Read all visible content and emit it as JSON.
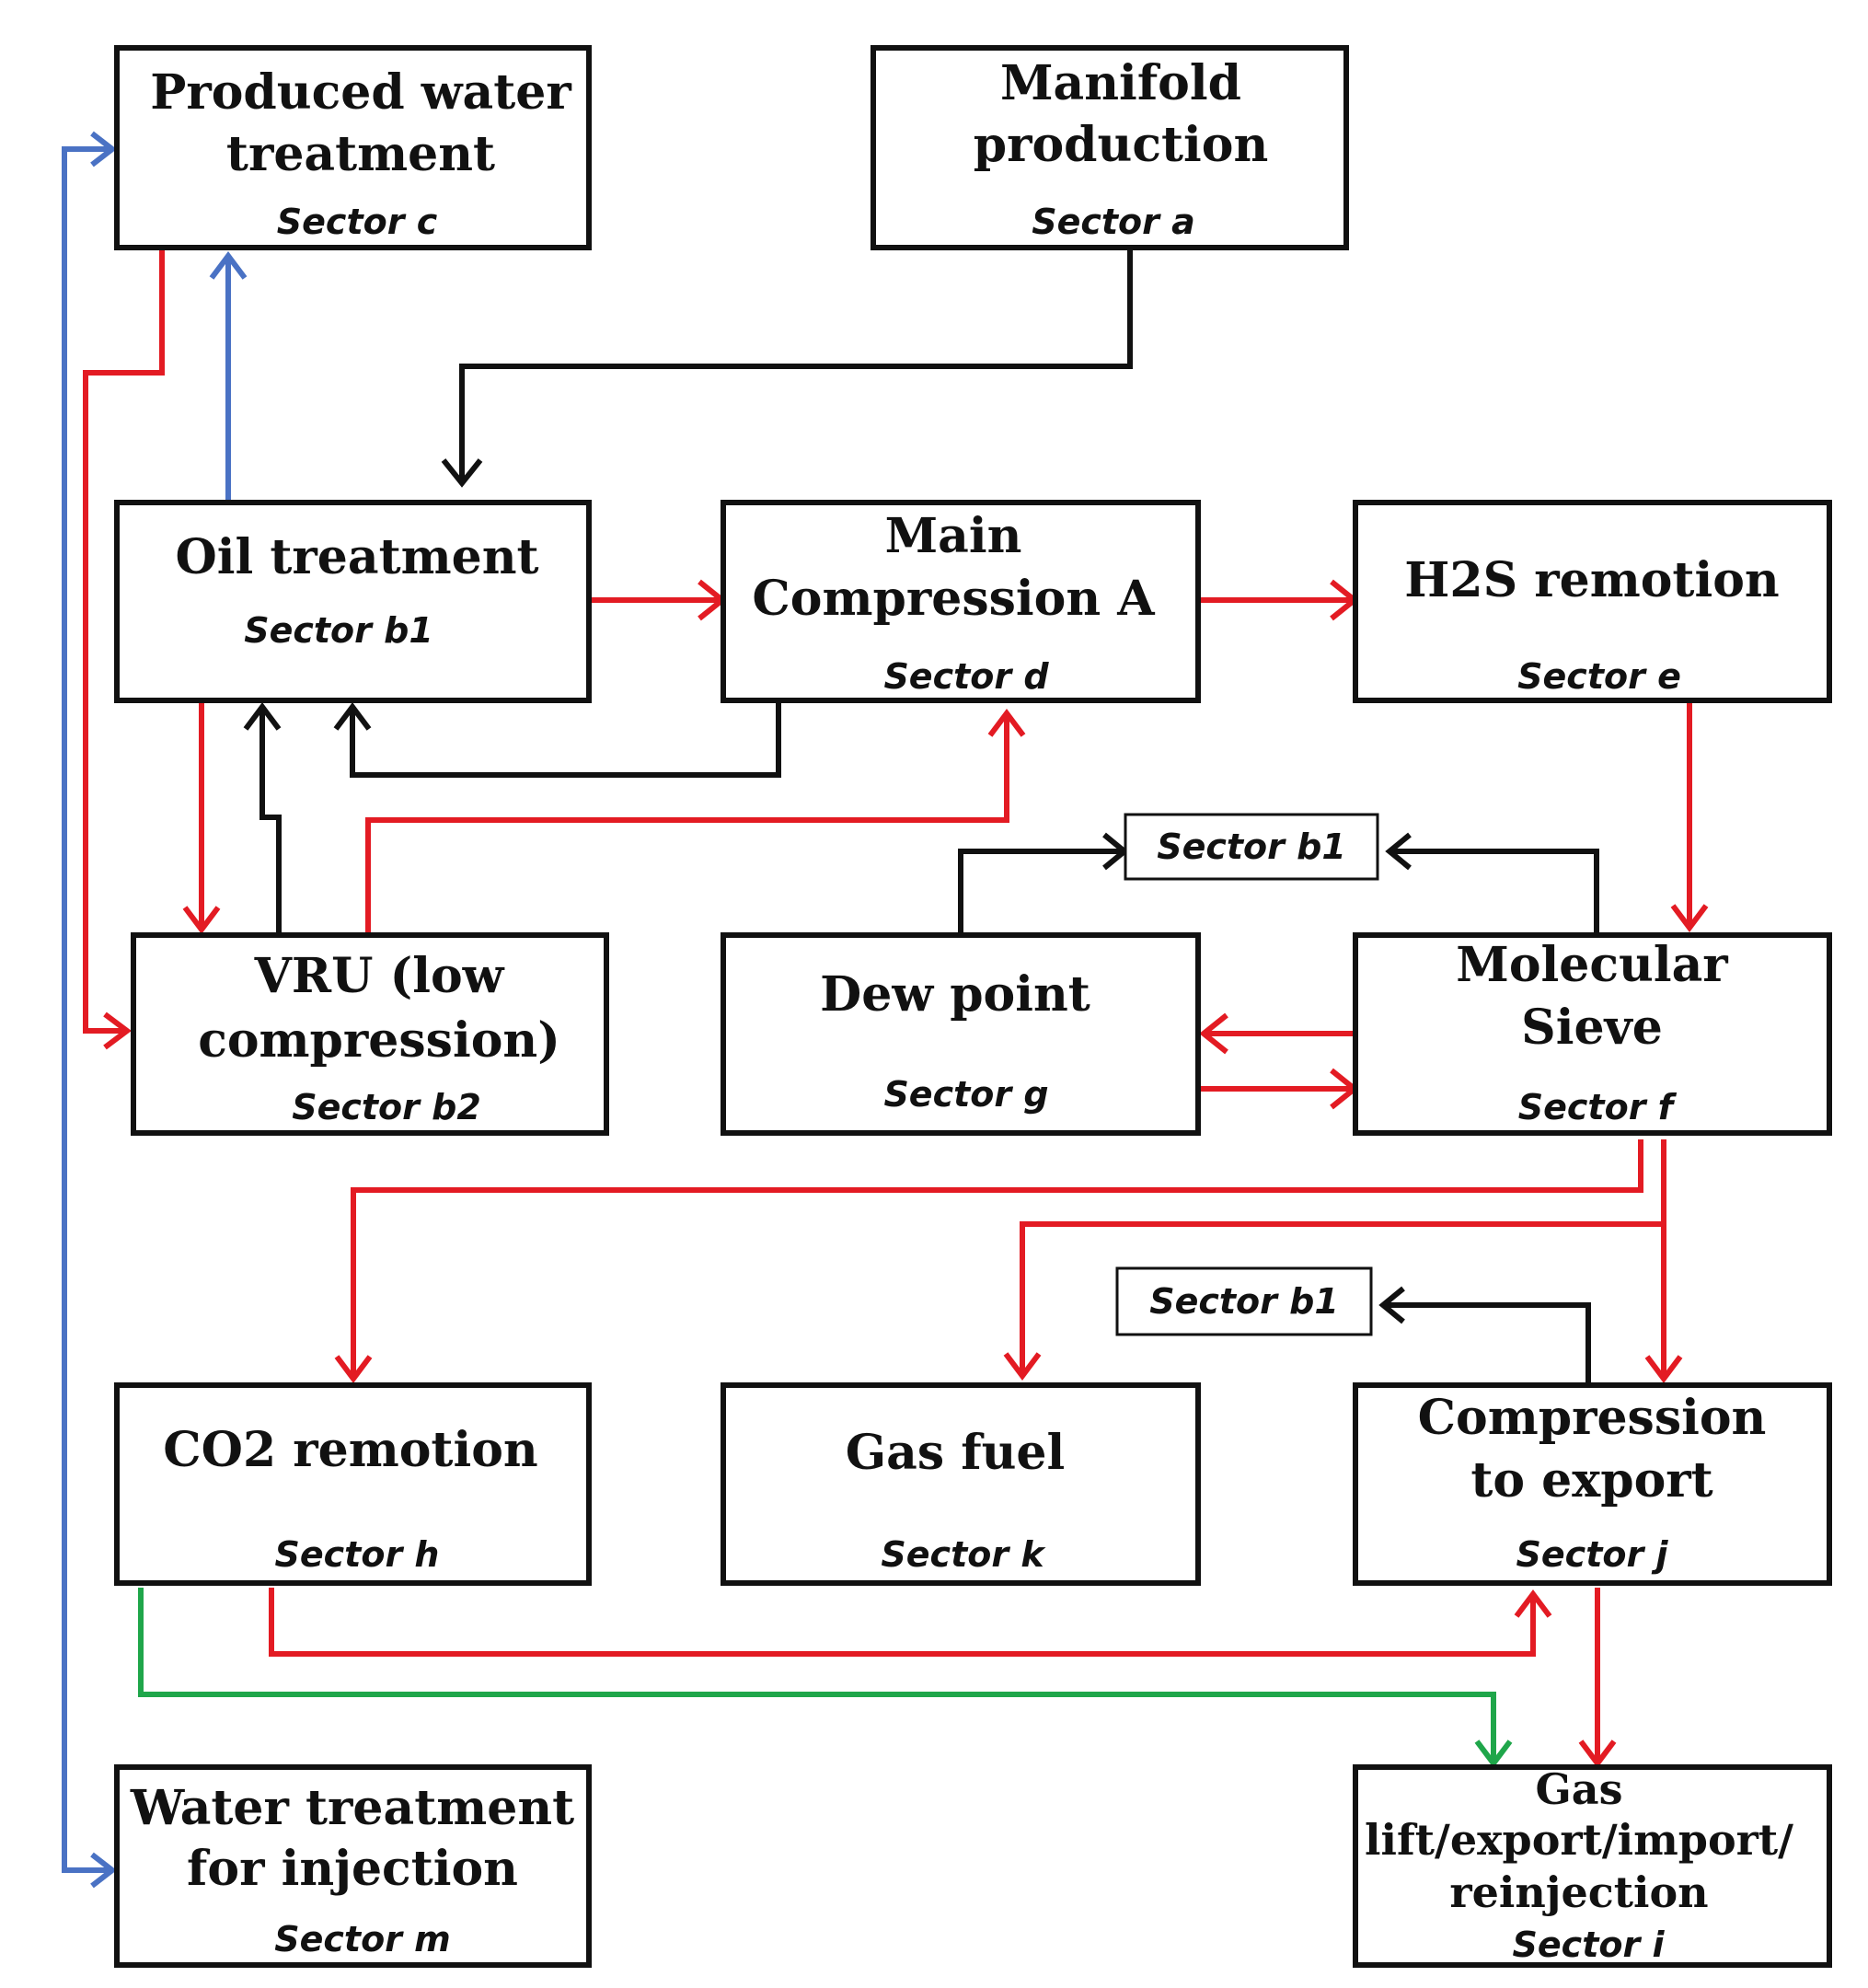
{
  "colors": {
    "gas_flow": "#e31b23",
    "control_flow": "#111111",
    "water_flow": "#4a72c4",
    "co2_flow": "#1fa64a"
  },
  "boxes": {
    "c": {
      "title": [
        "Produced water",
        "treatment"
      ],
      "sector": "Sector c"
    },
    "a": {
      "title": [
        "Manifold",
        "production"
      ],
      "sector": "Sector a"
    },
    "b1": {
      "title": [
        "Oil treatment"
      ],
      "sector": "Sector b1"
    },
    "d": {
      "title": [
        "Main",
        "Compression A"
      ],
      "sector": "Sector d"
    },
    "e": {
      "title": [
        "H2S remotion"
      ],
      "sector": "Sector e"
    },
    "b2": {
      "title": [
        "VRU (low",
        "compression)"
      ],
      "sector": "Sector b2"
    },
    "g": {
      "title": [
        "Dew point"
      ],
      "sector": "Sector g"
    },
    "f": {
      "title": [
        "Molecular",
        "Sieve"
      ],
      "sector": "Sector f"
    },
    "h": {
      "title": [
        "CO2 remotion"
      ],
      "sector": "Sector h"
    },
    "k": {
      "title": [
        "Gas fuel"
      ],
      "sector": "Sector k"
    },
    "j": {
      "title": [
        "Compression",
        "to export"
      ],
      "sector": "Sector j"
    },
    "m": {
      "title": [
        "Water treatment",
        "for injection"
      ],
      "sector": "Sector m"
    },
    "i": {
      "title": [
        "Gas",
        "lift/export/import/",
        "reinjection"
      ],
      "sector": "Sector i"
    }
  },
  "tags": {
    "upper": "Sector b1",
    "lower": "Sector b1"
  },
  "flows": [
    {
      "from": "a",
      "to": "b1",
      "kind": "control_flow"
    },
    {
      "from": "b1",
      "to": "c",
      "kind": "water_flow"
    },
    {
      "from": "c",
      "to": "b2",
      "kind": "gas_flow"
    },
    {
      "from": "b1",
      "to": "d",
      "kind": "gas_flow"
    },
    {
      "from": "d",
      "to": "e",
      "kind": "gas_flow"
    },
    {
      "from": "d",
      "to": "b1",
      "kind": "control_flow"
    },
    {
      "from": "b1",
      "to": "b2",
      "kind": "gas_flow"
    },
    {
      "from": "b2",
      "to": "b1",
      "kind": "control_flow"
    },
    {
      "from": "b2",
      "to": "d",
      "kind": "gas_flow"
    },
    {
      "from": "e",
      "to": "f",
      "kind": "gas_flow"
    },
    {
      "from": "g",
      "to": "b1 (tag)",
      "kind": "control_flow"
    },
    {
      "from": "f",
      "to": "b1 (tag)",
      "kind": "control_flow"
    },
    {
      "from": "f",
      "to": "g",
      "kind": "gas_flow"
    },
    {
      "from": "g",
      "to": "f",
      "kind": "gas_flow"
    },
    {
      "from": "f",
      "to": "h",
      "kind": "gas_flow"
    },
    {
      "from": "f",
      "to": "k",
      "kind": "gas_flow"
    },
    {
      "from": "f",
      "to": "j",
      "kind": "gas_flow"
    },
    {
      "from": "j",
      "to": "b1 (tag)",
      "kind": "control_flow"
    },
    {
      "from": "h",
      "to": "j",
      "kind": "gas_flow"
    },
    {
      "from": "h",
      "to": "i",
      "kind": "co2_flow"
    },
    {
      "from": "j",
      "to": "i",
      "kind": "gas_flow"
    },
    {
      "from": "c",
      "to": "m",
      "kind": "water_flow"
    }
  ]
}
